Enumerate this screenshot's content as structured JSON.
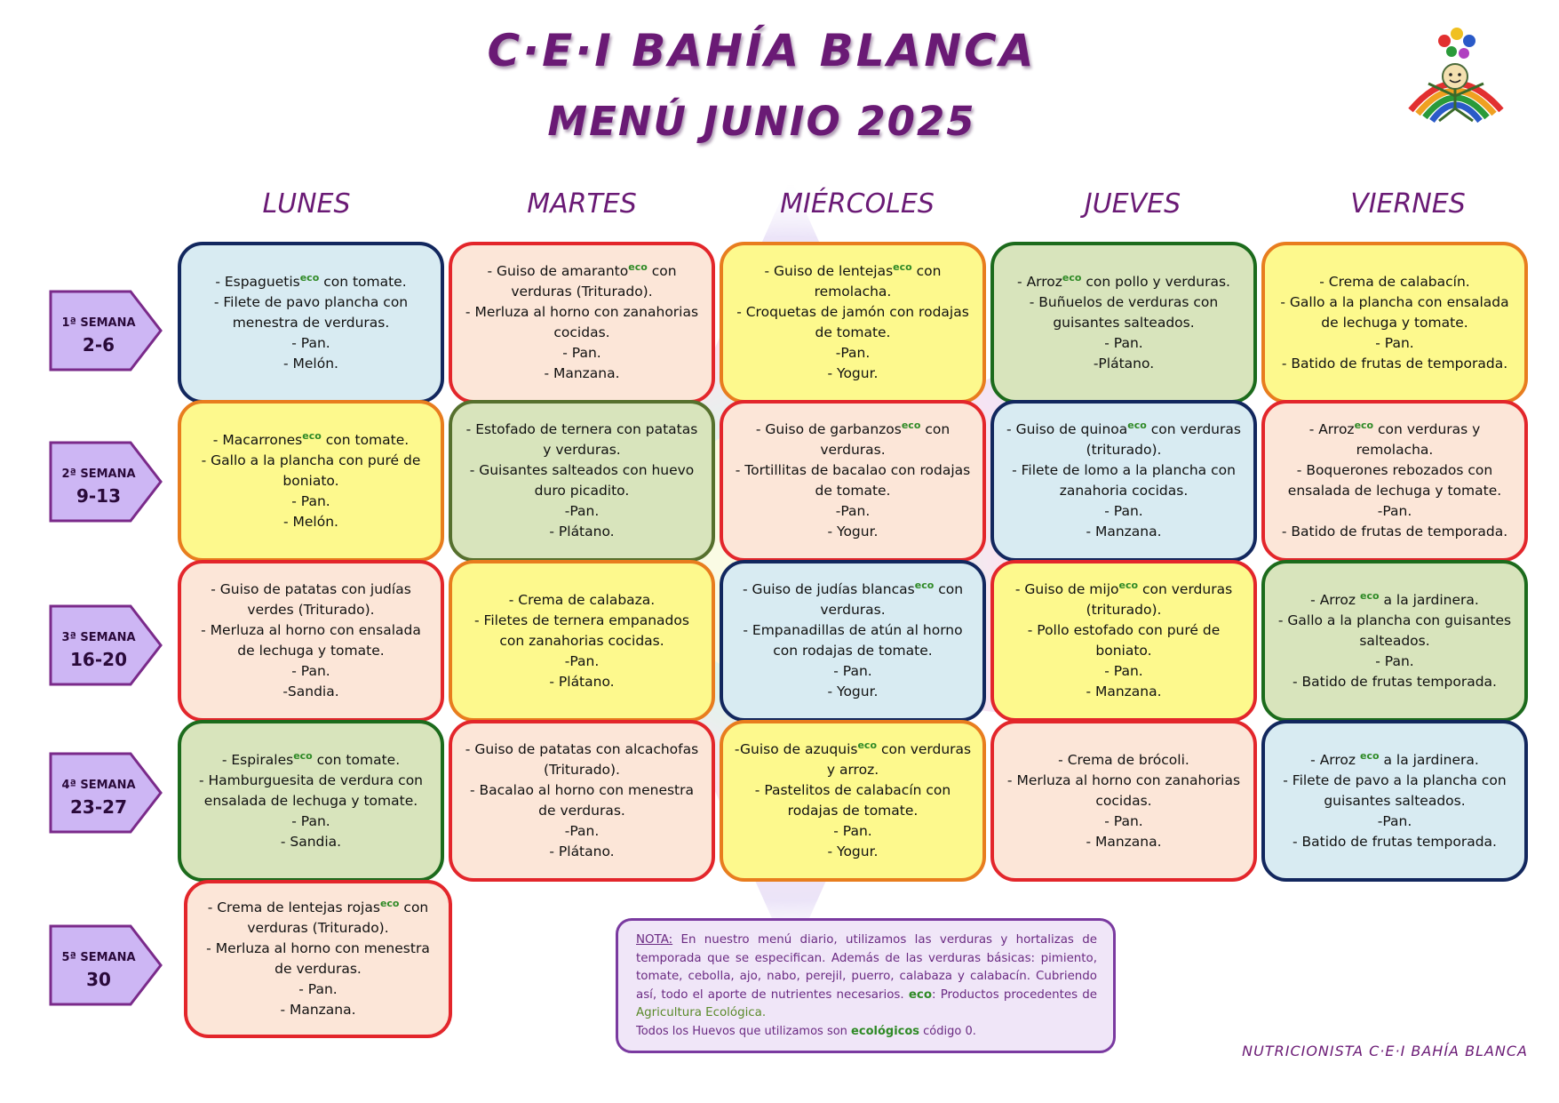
{
  "title": "C·E·I BAHÍA BLANCA",
  "subtitle": "MENÚ JUNIO  2025",
  "days": [
    "LUNES",
    "MARTES",
    "MIÉRCOLES",
    "JUEVES",
    "VIERNES"
  ],
  "eco_mark": "eco",
  "weeks": [
    {
      "label": "1ª SEMANA",
      "dates": "2-6"
    },
    {
      "label": "2ª SEMANA",
      "dates": "9-13"
    },
    {
      "label": "3ª SEMANA",
      "dates": "16-20"
    },
    {
      "label": "4ª SEMANA",
      "dates": "23-27"
    },
    {
      "label": "5ª SEMANA",
      "dates": "30"
    }
  ],
  "menu": [
    [
      {
        "color": "#d8ebf2",
        "border": "#12275e",
        "lines": [
          [
            "- Espaguetis",
            "eco",
            " con tomate."
          ],
          [
            "- Filete de pavo plancha con menestra de verduras."
          ],
          [
            "- Pan."
          ],
          [
            "- Melón."
          ]
        ]
      },
      {
        "color": "#fce6d8",
        "border": "#e3262b",
        "lines": [
          [
            "- Guiso de amaranto",
            "eco",
            " con verduras (Triturado)."
          ],
          [
            "- Merluza al horno con zanahorias cocidas."
          ],
          [
            "- Pan."
          ],
          [
            "- Manzana."
          ]
        ]
      },
      {
        "color": "#fdf98d",
        "border": "#e87d1e",
        "lines": [
          [
            "- Guiso de lentejas",
            "eco",
            " con remolacha."
          ],
          [
            "- Croquetas de jamón con rodajas de tomate."
          ],
          [
            "-Pan."
          ],
          [
            "- Yogur."
          ]
        ]
      },
      {
        "color": "#d8e4bc",
        "border": "#1c6b1c",
        "lines": [
          [
            "- Arroz",
            "eco",
            " con pollo y verduras."
          ],
          [
            "- Buñuelos de verduras con guisantes salteados."
          ],
          [
            "- Pan."
          ],
          [
            "-Plátano."
          ]
        ]
      },
      {
        "color": "#fdf98d",
        "border": "#e87d1e",
        "lines": [
          [
            "- Crema de calabacín."
          ],
          [
            "- Gallo a la plancha con ensalada de lechuga y tomate."
          ],
          [
            "- Pan."
          ],
          [
            "- Batido de frutas de temporada."
          ]
        ]
      }
    ],
    [
      {
        "color": "#fdf98d",
        "border": "#e87d1e",
        "lines": [
          [
            "- Macarrones",
            "eco",
            " con tomate."
          ],
          [
            "- Gallo a la plancha con puré de boniato."
          ],
          [
            "- Pan."
          ],
          [
            "- Melón."
          ]
        ]
      },
      {
        "color": "#d8e4bc",
        "border": "#56702d",
        "lines": [
          [
            "- Estofado de ternera con patatas y verduras."
          ],
          [
            "- Guisantes salteados con huevo duro picadito."
          ],
          [
            "-Pan."
          ],
          [
            "- Plátano."
          ]
        ]
      },
      {
        "color": "#fce6d8",
        "border": "#e3262b",
        "lines": [
          [
            "- Guiso de garbanzos",
            "eco",
            " con verduras."
          ],
          [
            "- Tortillitas de bacalao con rodajas de tomate."
          ],
          [
            "-Pan."
          ],
          [
            "- Yogur."
          ]
        ]
      },
      {
        "color": "#d8ebf2",
        "border": "#12275e",
        "lines": [
          [
            "- Guiso de quinoa",
            "eco",
            " con verduras (triturado)."
          ],
          [
            "- Filete de lomo a la plancha con zanahoria cocidas."
          ],
          [
            "- Pan."
          ],
          [
            "- Manzana."
          ]
        ]
      },
      {
        "color": "#fce6d8",
        "border": "#e3262b",
        "lines": [
          [
            "- Arroz",
            "eco",
            " con verduras y remolacha."
          ],
          [
            "- Boquerones rebozados con ensalada de lechuga y tomate."
          ],
          [
            "-Pan."
          ],
          [
            "- Batido de frutas de temporada."
          ]
        ]
      }
    ],
    [
      {
        "color": "#fce6d8",
        "border": "#e3262b",
        "lines": [
          [
            "- Guiso de patatas con judías verdes (Triturado)."
          ],
          [
            "- Merluza al horno con ensalada de lechuga y tomate."
          ],
          [
            "- Pan."
          ],
          [
            "-Sandia."
          ]
        ]
      },
      {
        "color": "#fdf98d",
        "border": "#e87d1e",
        "lines": [
          [
            "- Crema de calabaza."
          ],
          [
            "- Filetes de ternera empanados con zanahorias cocidas."
          ],
          [
            "-Pan."
          ],
          [
            "- Plátano."
          ]
        ]
      },
      {
        "color": "#d8ebf2",
        "border": "#12275e",
        "lines": [
          [
            "- Guiso de judías blancas",
            "eco",
            " con verduras."
          ],
          [
            "- Empanadillas de atún al horno con rodajas de tomate."
          ],
          [
            "- Pan."
          ],
          [
            "- Yogur."
          ]
        ]
      },
      {
        "color": "#fdf98d",
        "border": "#e3262b",
        "lines": [
          [
            "- Guiso de mijo",
            "eco",
            " con verduras (triturado)."
          ],
          [
            "- Pollo estofado con puré de boniato."
          ],
          [
            "- Pan."
          ],
          [
            "- Manzana."
          ]
        ]
      },
      {
        "color": "#d8e4bc",
        "border": "#1c6b1c",
        "lines": [
          [
            "- Arroz ",
            "eco",
            " a la jardinera."
          ],
          [
            "- Gallo a la plancha con guisantes salteados."
          ],
          [
            "- Pan."
          ],
          [
            "- Batido de frutas temporada."
          ]
        ]
      }
    ],
    [
      {
        "color": "#d8e4bc",
        "border": "#1c6b1c",
        "lines": [
          [
            "- Espirales",
            "eco",
            " con tomate."
          ],
          [
            "- Hamburguesita de verdura con ensalada de lechuga y tomate."
          ],
          [
            "- Pan."
          ],
          [
            "- Sandia."
          ]
        ]
      },
      {
        "color": "#fce6d8",
        "border": "#e3262b",
        "lines": [
          [
            "- Guiso de patatas con alcachofas (Triturado)."
          ],
          [
            "- Bacalao al horno con menestra de verduras."
          ],
          [
            "-Pan."
          ],
          [
            "- Plátano."
          ]
        ]
      },
      {
        "color": "#fdf98d",
        "border": "#e87d1e",
        "lines": [
          [
            "-Guiso de azuquis",
            "eco",
            " con verduras y arroz."
          ],
          [
            "- Pastelitos de calabacín con rodajas de tomate."
          ],
          [
            "- Pan."
          ],
          [
            "- Yogur."
          ]
        ]
      },
      {
        "color": "#fce6d8",
        "border": "#e3262b",
        "lines": [
          [
            "- Crema de brócoli."
          ],
          [
            "- Merluza al horno con zanahorias cocidas."
          ],
          [
            "- Pan."
          ],
          [
            "- Manzana."
          ]
        ]
      },
      {
        "color": "#d8ebf2",
        "border": "#12275e",
        "lines": [
          [
            "- Arroz ",
            "eco",
            " a la jardinera."
          ],
          [
            "- Filete de pavo a la plancha con guisantes salteados."
          ],
          [
            "-Pan."
          ],
          [
            "- Batido de frutas temporada."
          ]
        ]
      }
    ],
    [
      {
        "color": "#fce6d8",
        "border": "#e3262b",
        "lines": [
          [
            "- Crema de lentejas rojas",
            "eco",
            " con verduras (Triturado)."
          ],
          [
            "- Merluza al horno con menestra de verduras."
          ],
          [
            "- Pan."
          ],
          [
            "- Manzana."
          ]
        ]
      }
    ]
  ],
  "note": {
    "label": "NOTA:",
    "text1": " En nuestro menú diario, utilizamos las verduras y hortalizas de temporada que se especifican. Además de las verduras básicas: pimiento, tomate, cebolla, ajo, nabo, perejil, puerro, calabaza y calabacín. Cubriendo así, todo el aporte de nutrientes necesarios. ",
    "eco": "eco",
    "text2": ": Productos procedentes de ",
    "text3": "Agricultura Ecológica.",
    "line2a": "Todos los Huevos que utilizamos son ",
    "line2b": "ecológicos",
    "line2c": " código 0."
  },
  "footer": "NUTRICIONISTA C·E·I BAHÍA BLANCA"
}
